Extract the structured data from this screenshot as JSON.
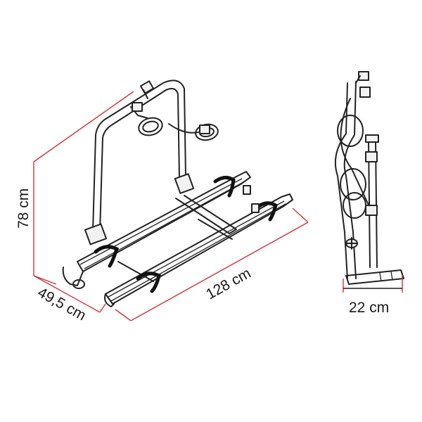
{
  "dimensions": {
    "height_label": "78 cm",
    "depth_label": "49,5 cm",
    "length_label": "128 cm",
    "side_width_label": "22 cm"
  },
  "colors": {
    "dimension_line": "#d62f3c",
    "outline": "#222222"
  }
}
